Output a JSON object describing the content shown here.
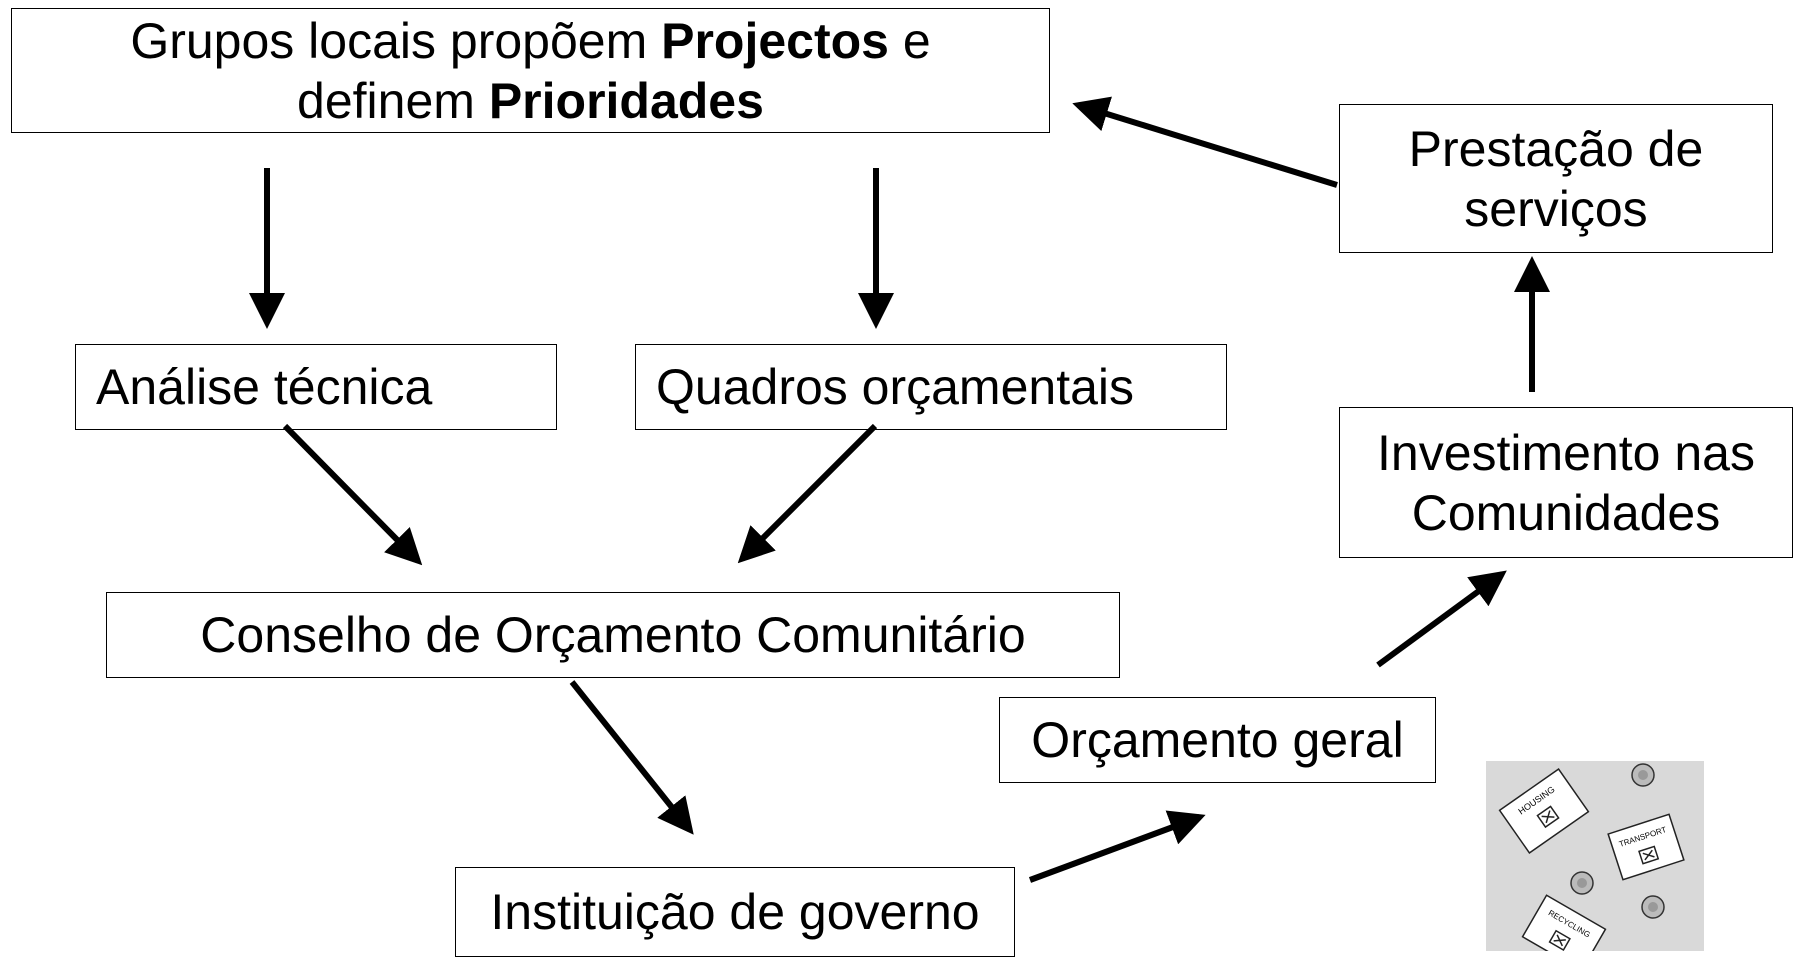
{
  "boxes": {
    "top": {
      "line1_prefix": "Grupos locais propõem ",
      "line1_bold": "Projectos",
      "line1_suffix": " e",
      "line2_prefix": "definem ",
      "line2_bold": "Prioridades"
    },
    "analise": "Análise técnica",
    "quadros": "Quadros orçamentais",
    "conselho": "Conselho de Orçamento Comunitário",
    "instituicao": "Instituição de governo",
    "orcamento": "Orçamento geral",
    "investimento": {
      "line1": "Investimento nas",
      "line2": "Comunidades"
    },
    "prestacao": {
      "line1": "Prestação de",
      "line2": "serviços"
    }
  },
  "illustration": {
    "cards": [
      "HOUSING",
      "TRANSPORT",
      "RECYCLING"
    ]
  }
}
